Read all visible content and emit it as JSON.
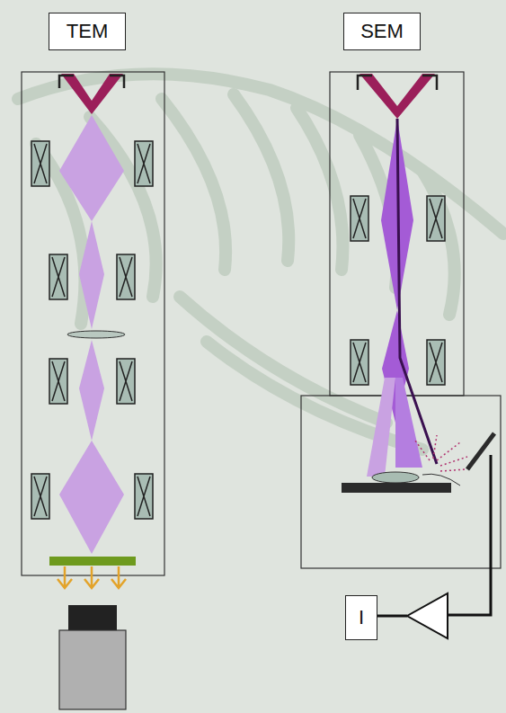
{
  "diagram": {
    "nodes": [
      {
        "text": [
          "TEM"
        ]
      },
      {
        "text": [
          "SEM"
        ]
      },
      {
        "text": [
          "I"
        ]
      }
    ]
  }
}
